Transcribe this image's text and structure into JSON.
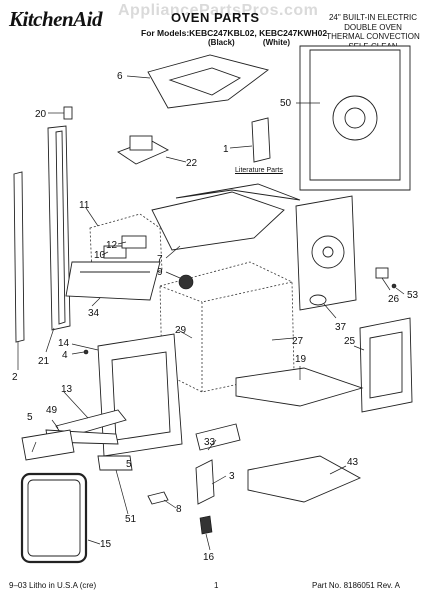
{
  "header": {
    "brand": "KitchenAid",
    "title": "OVEN PARTS",
    "models_line": "For Models:KEBC247KBL02, KEBC247KWH02",
    "variant_black": "(Black)",
    "variant_white": "(White)",
    "watermark": "AppliancePartsPros.com"
  },
  "description": [
    "24\" BUILT-IN ELECTRIC",
    "DOUBLE OVEN",
    "THERMAL CONVECTION",
    "SELF-CLEAN"
  ],
  "literature_label": "Literature Parts",
  "callouts": {
    "c1": "1",
    "c2": "2",
    "c3": "3",
    "c4": "4",
    "c5a": "5",
    "c5b": "5",
    "c6": "6",
    "c7": "7",
    "c8": "8",
    "c9": "9",
    "c10": "10",
    "c11": "11",
    "c12": "12",
    "c13": "13",
    "c14": "14",
    "c15": "15",
    "c16": "16",
    "c19": "19",
    "c20": "20",
    "c21": "21",
    "c22": "22",
    "c25": "25",
    "c26": "26",
    "c27": "27",
    "c29": "29",
    "c33": "33",
    "c34": "34",
    "c37": "37",
    "c43": "43",
    "c49": "49",
    "c50": "50",
    "c51": "51",
    "c53": "53"
  },
  "footer": {
    "left": "9–03 Litho in U.S.A (cre)",
    "page": "1",
    "right": "Part No. 8186051 Rev. A"
  }
}
